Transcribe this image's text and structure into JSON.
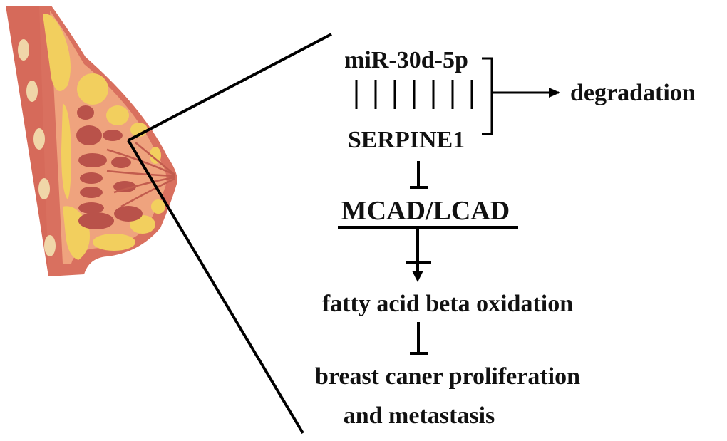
{
  "labels": {
    "mirna": "miR-30d-5p",
    "target": "SERPINE1",
    "degradation": "degradation",
    "enzymes": "MCAD/LCAD",
    "process": "fatty acid beta oxidation",
    "outcome_line1": "breast caner proliferation",
    "outcome_line2": "and metastasis"
  },
  "colors": {
    "skin": "#d9705f",
    "tissue": "#efa37e",
    "fat": "#f2cf5e",
    "gland": "#b9524a",
    "rib": "#f0d6a8",
    "ink": "#000000"
  }
}
